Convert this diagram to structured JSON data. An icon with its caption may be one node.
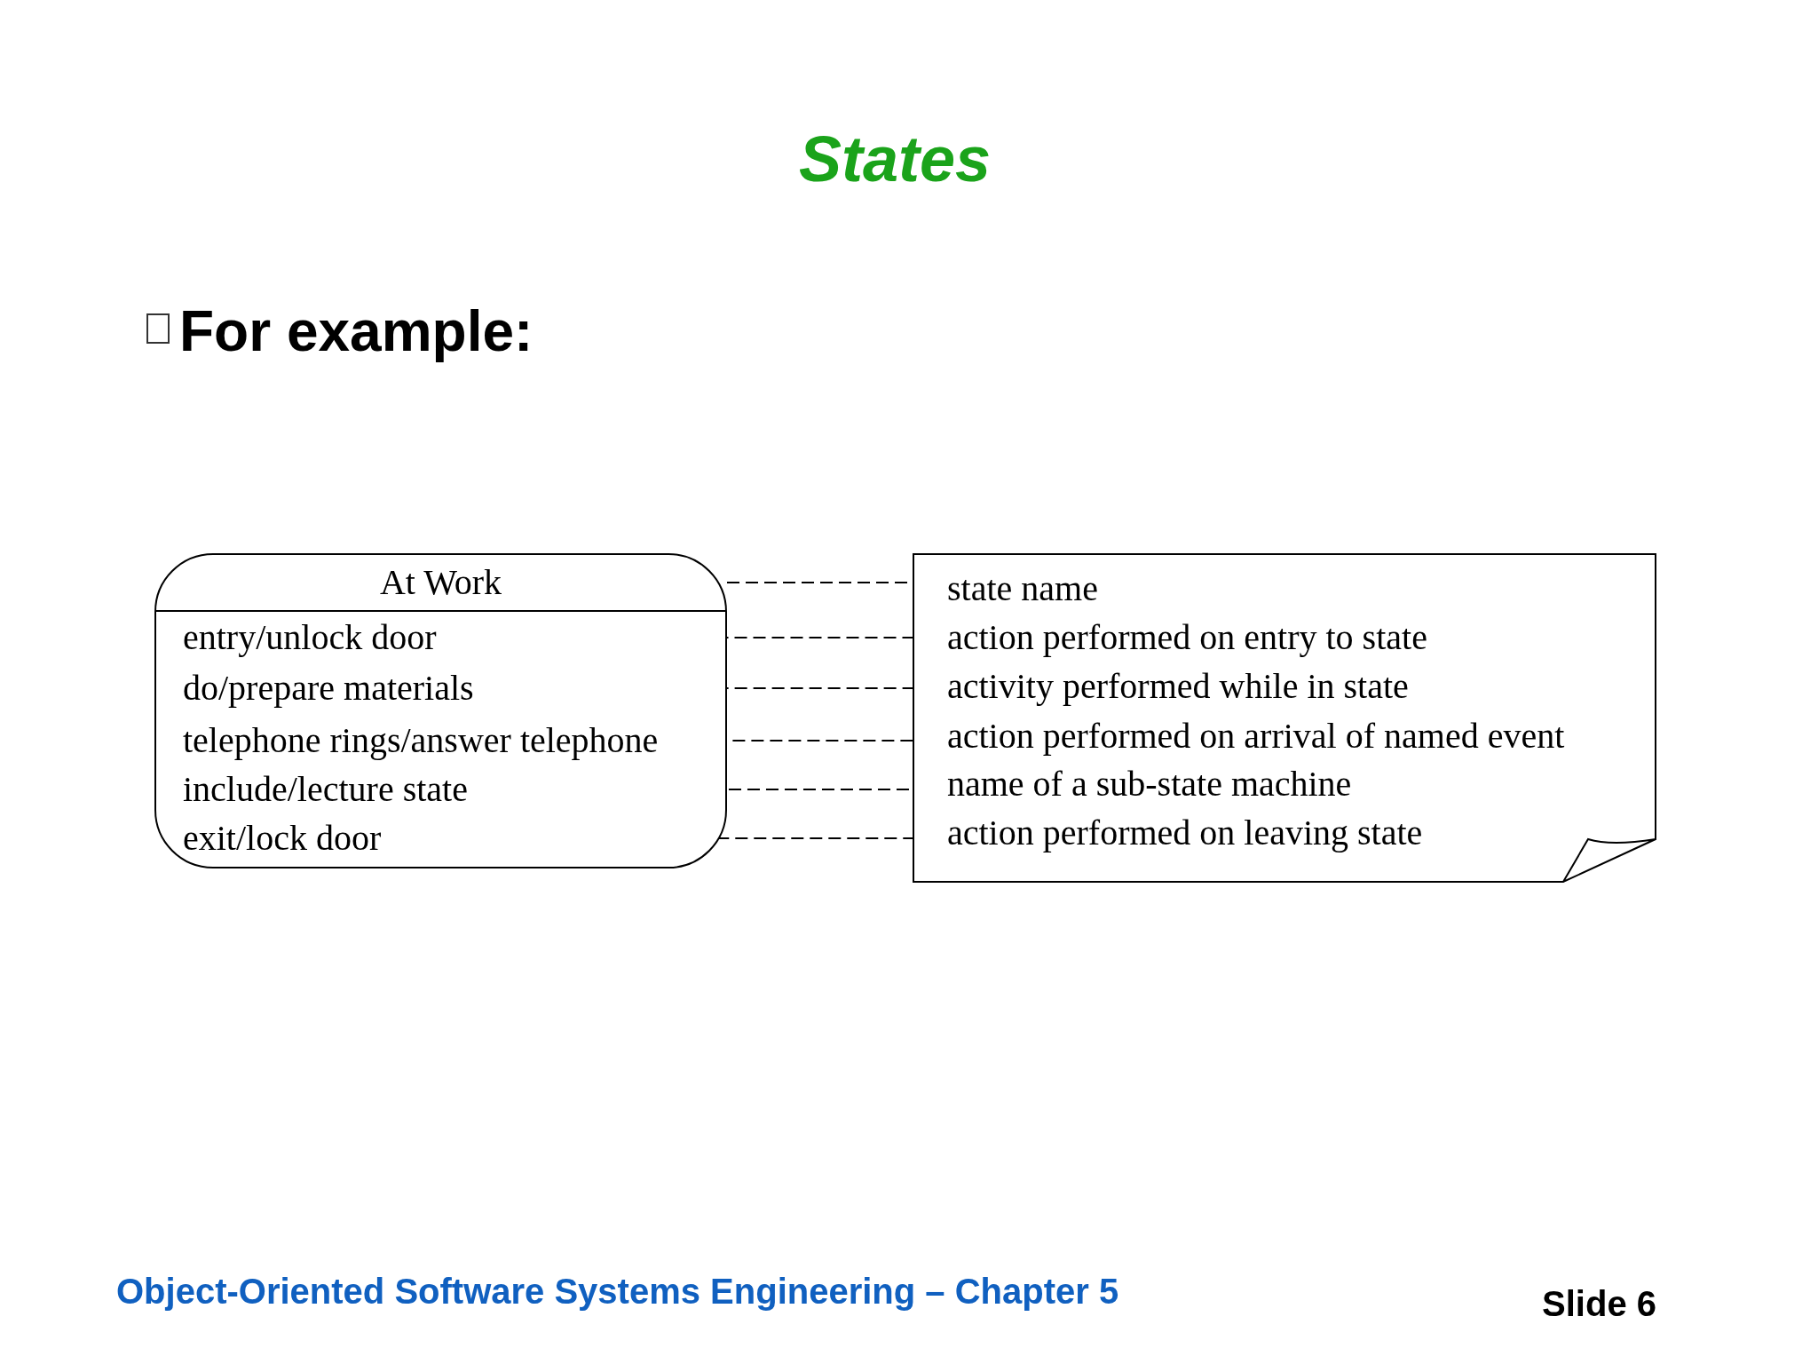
{
  "diagram": {
    "title": "States",
    "nodes": [
      {
        "text": [
          "At Work"
        ]
      },
      {
        "text": [
          "entry/unlock door"
        ],
        "in": 0
      },
      {
        "text": [
          "do/prepare materials"
        ],
        "in": 0
      },
      {
        "text": [
          "telephone rings/answer telephone"
        ],
        "in": 0
      },
      {
        "text": [
          "include/lecture state"
        ],
        "in": 0
      },
      {
        "text": [
          "exit/lock door"
        ],
        "in": 0
      },
      {
        "text": [],
        "shape": "note"
      },
      {
        "text": [
          "state name"
        ],
        "in": 6
      },
      {
        "text": [
          "action performed on entry to state"
        ],
        "in": 6
      },
      {
        "text": [
          "activity performed while in state"
        ],
        "in": 6
      },
      {
        "text": [
          "action performed on arrival of named event"
        ],
        "in": 6
      },
      {
        "text": [
          "name of a sub-state machine"
        ],
        "in": 6
      },
      {
        "text": [
          "action performed on leaving state"
        ],
        "in": 6
      }
    ],
    "edges": [
      {
        "from": 0,
        "to": 7,
        "arrow": "none",
        "style": "dashed"
      },
      {
        "from": 1,
        "to": 8,
        "arrow": "none",
        "style": "dashed"
      },
      {
        "from": 2,
        "to": 9,
        "arrow": "none",
        "style": "dashed"
      },
      {
        "from": 3,
        "to": 10,
        "arrow": "none",
        "style": "dashed"
      },
      {
        "from": 4,
        "to": 11,
        "arrow": "none",
        "style": "dashed"
      },
      {
        "from": 5,
        "to": 12,
        "arrow": "none",
        "style": "dashed"
      }
    ],
    "labels": [
      "For example:",
      "Object-Oriented Software Systems Engineering – Chapter 5",
      "Slide 6"
    ]
  }
}
